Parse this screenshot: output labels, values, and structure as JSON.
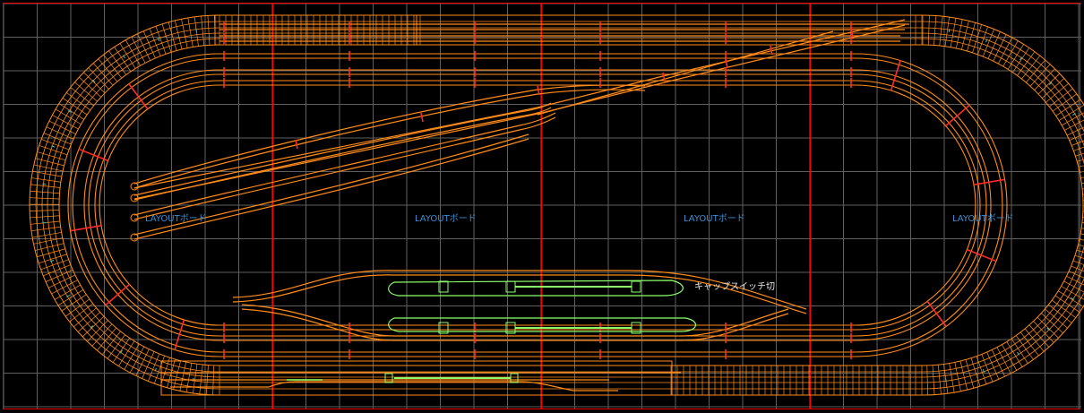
{
  "colors": {
    "background": "#000000",
    "grid": "#7f7f7f",
    "board_line": "#ff0000",
    "track": "#ff8c1a",
    "track_dark": "#c85a00",
    "joint": "#ff2a2a",
    "train": "#8cff6a",
    "sleeper_detail": "#2fc7c7",
    "label_blue": "#3a8fd6",
    "label_white": "#e8e8e8"
  },
  "labels": {
    "board1": "LAYOUTボード",
    "board2": "LAYOUTボード",
    "board3": "LAYOUTボード",
    "board4": "LAYOUTボード",
    "annotation": "キャップスイッチ切"
  },
  "icons": {
    "train": "train-car-icon"
  }
}
